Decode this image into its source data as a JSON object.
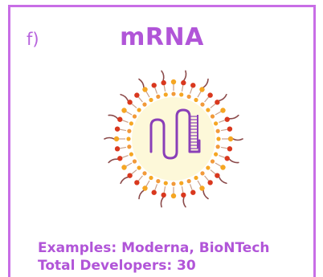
{
  "panel": {
    "label": "f)",
    "title": "mRNA",
    "examples_text": "Examples: Moderna, BioNTech",
    "developers_text": "Total Developers: 30"
  },
  "colors": {
    "accent": "#b155d8",
    "border": "#c86ee6",
    "core_fill": "#fdf8d9",
    "rna_strand": "#8a3fb8",
    "lipid_head_outer": "#d9381e",
    "lipid_head_alt": "#f5a623",
    "tail": "#8b4a4a"
  },
  "illustration": {
    "name": "lipid nanoparticle with mRNA",
    "icon": "lipid-nanoparticle-icon"
  }
}
